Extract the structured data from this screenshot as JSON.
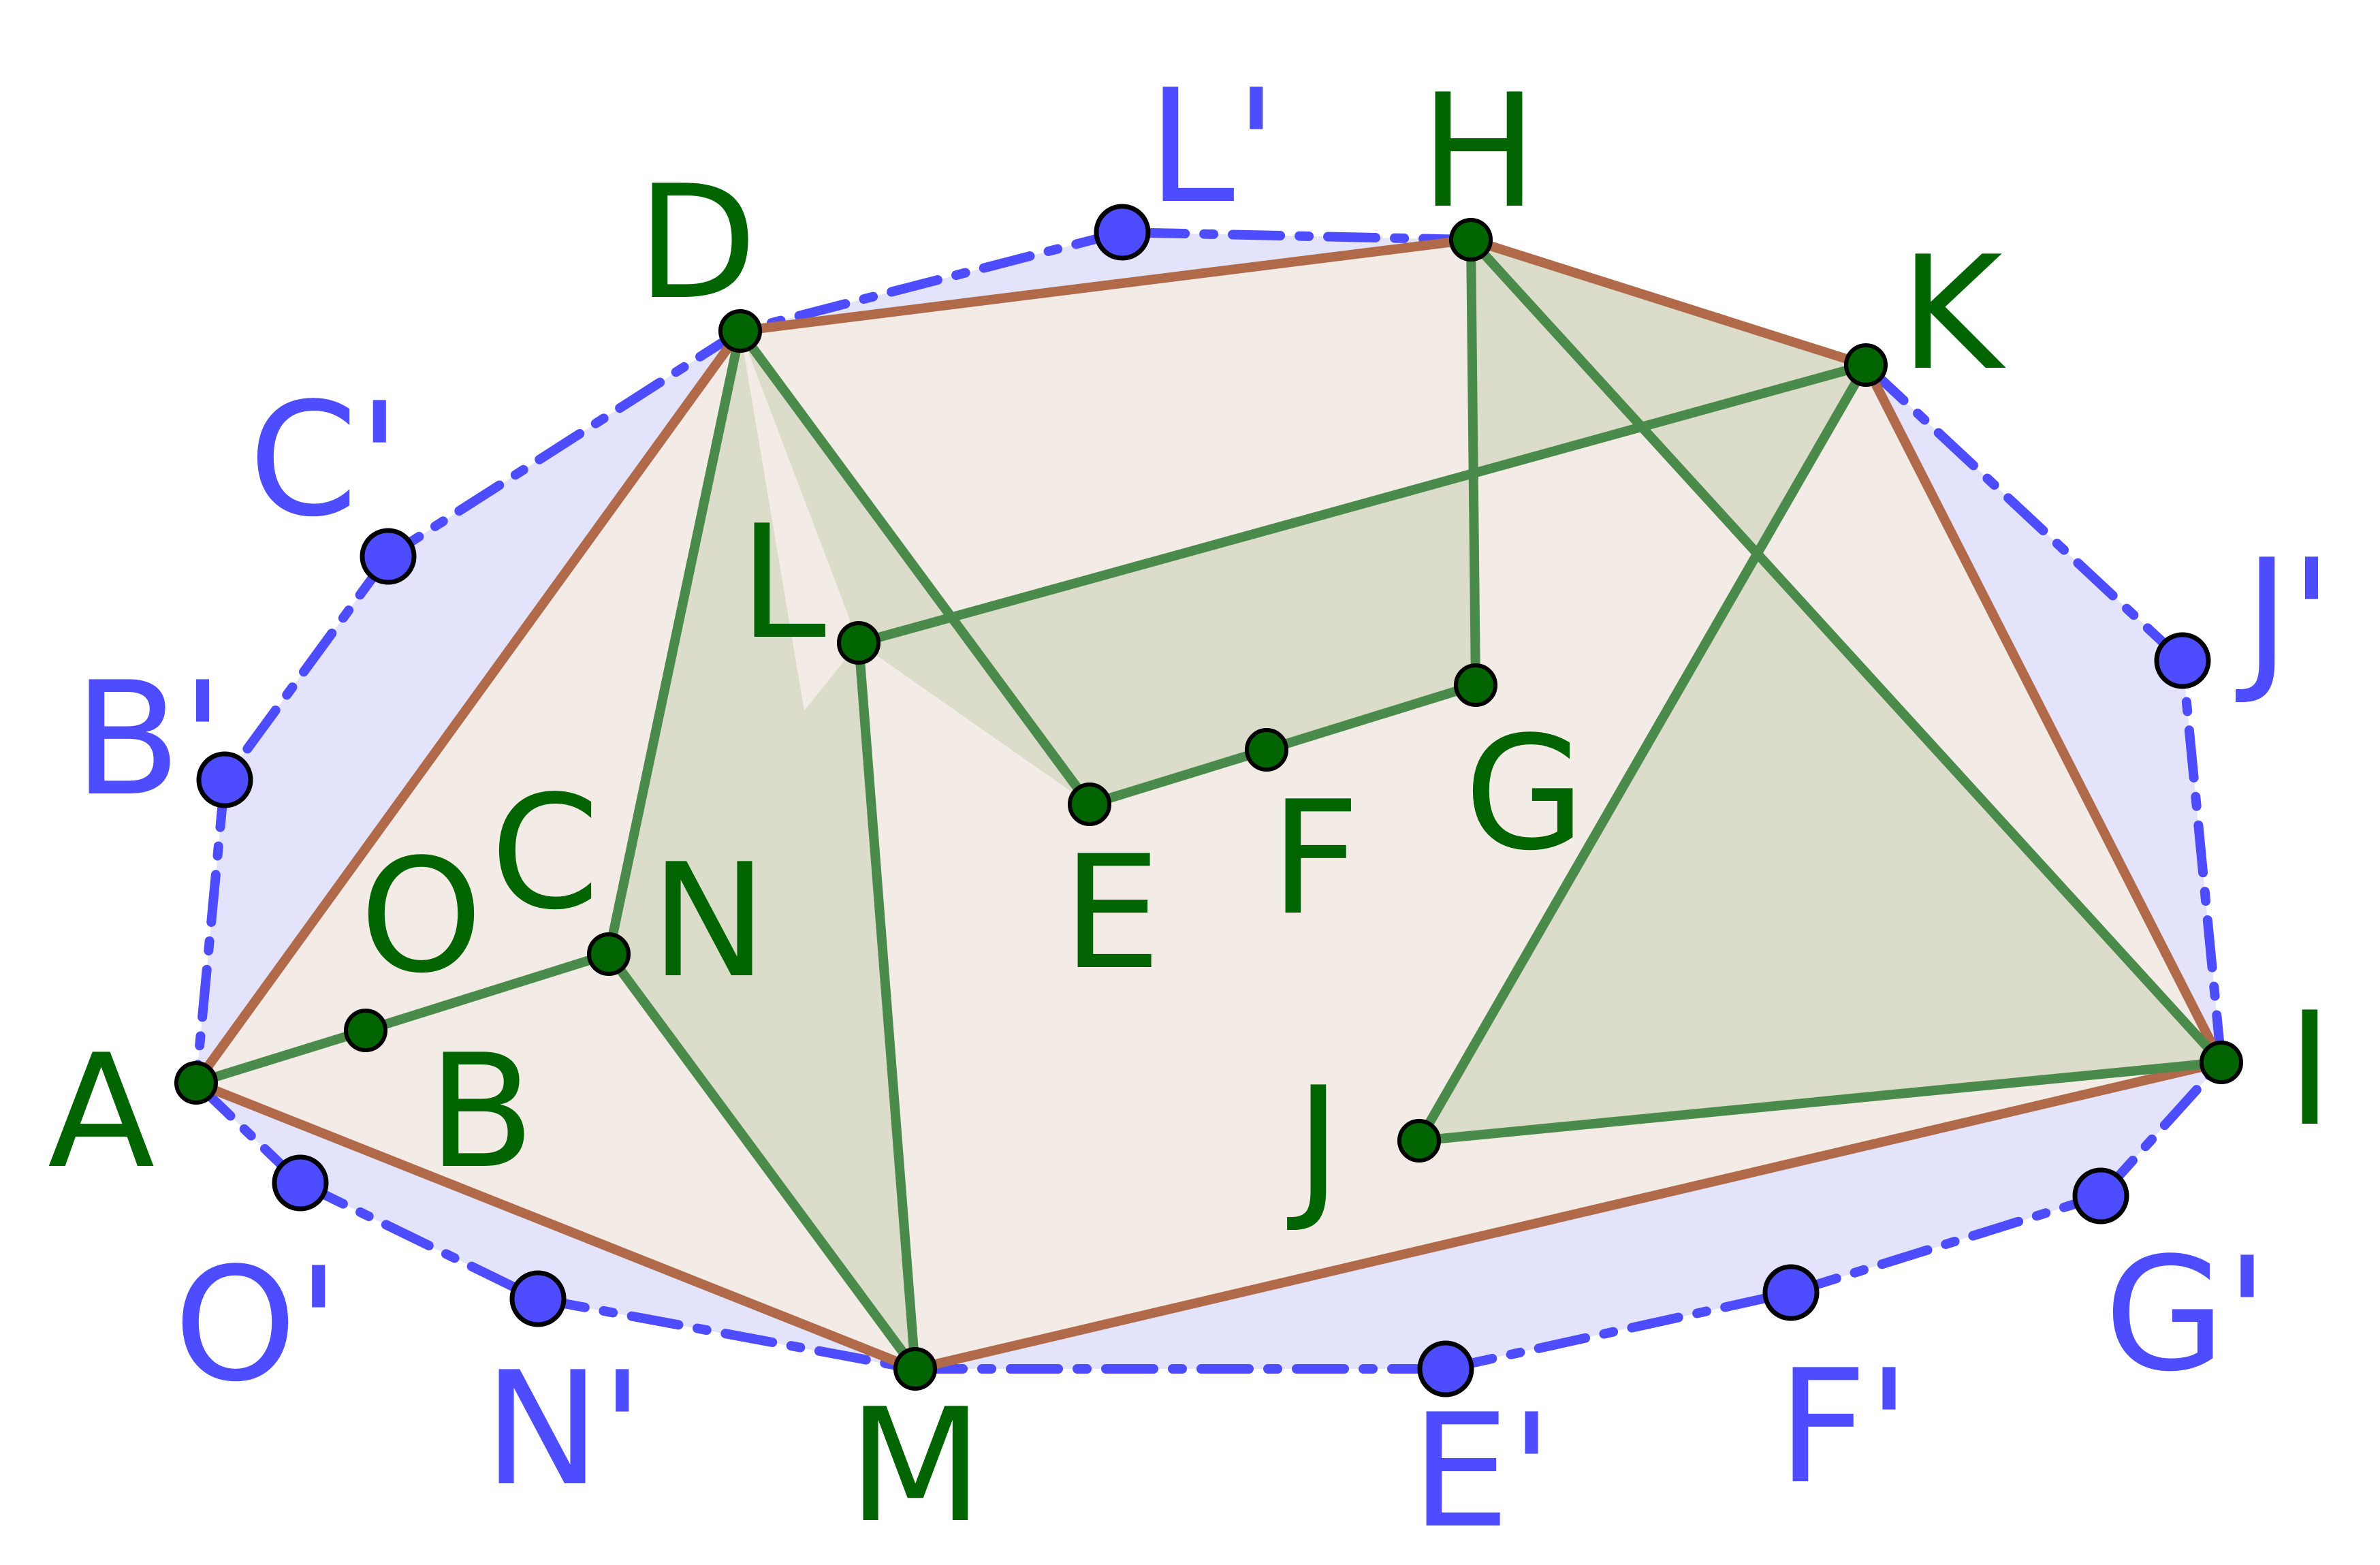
{
  "colors": {
    "hull_fill": "#e3e3fb",
    "hull_line": "#4d4dff",
    "blue_point": "#4d4dff",
    "polygon_fill": "#f3ebe5",
    "polygon_line": "#b06a4a",
    "triangle_fill": "#dbdcca",
    "tree_line": "#4a8a4a",
    "green_point": "#006400",
    "green_label": "#006400",
    "blue_label": "#4d4dff"
  },
  "points": [
    {
      "id": "A",
      "label": "A"
    },
    {
      "id": "B",
      "label": "B"
    },
    {
      "id": "C",
      "label": "C"
    },
    {
      "id": "D",
      "label": "D"
    },
    {
      "id": "E",
      "label": "E"
    },
    {
      "id": "F",
      "label": "F"
    },
    {
      "id": "G",
      "label": "G"
    },
    {
      "id": "H",
      "label": "H"
    },
    {
      "id": "I",
      "label": "I"
    },
    {
      "id": "J",
      "label": "J"
    },
    {
      "id": "K",
      "label": "K"
    },
    {
      "id": "L",
      "label": "L"
    },
    {
      "id": "M",
      "label": "M"
    },
    {
      "id": "N",
      "label": "N"
    },
    {
      "id": "O",
      "label": "O"
    }
  ],
  "hull_points": [
    {
      "id": "Bp",
      "label": "B'"
    },
    {
      "id": "Cp",
      "label": "C'"
    },
    {
      "id": "Lp",
      "label": "L'"
    },
    {
      "id": "Jp",
      "label": "J'"
    },
    {
      "id": "Gp",
      "label": "G'"
    },
    {
      "id": "Fp",
      "label": "F'"
    },
    {
      "id": "Ep",
      "label": "E'"
    },
    {
      "id": "Np",
      "label": "N'"
    },
    {
      "id": "Op",
      "label": "O'"
    }
  ]
}
